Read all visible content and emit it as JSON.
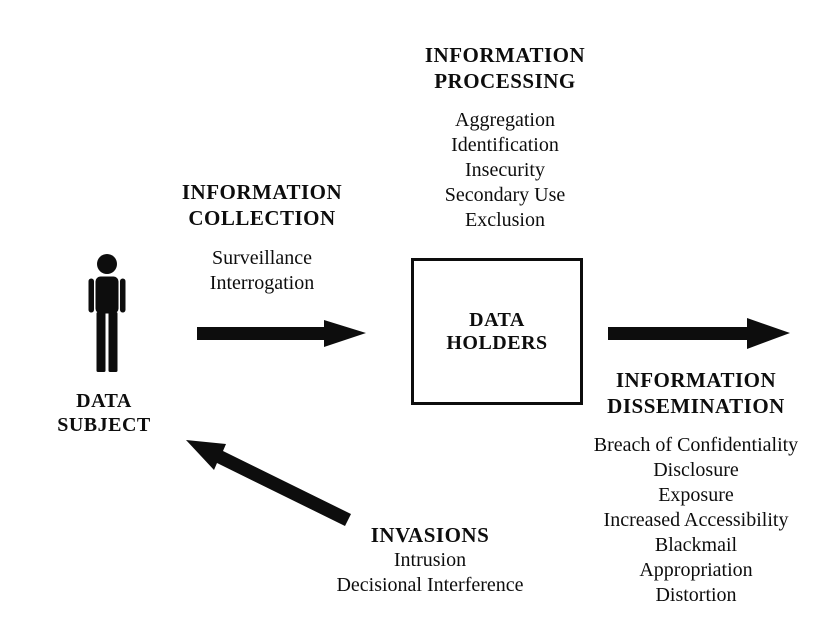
{
  "diagram": {
    "nodes": {
      "data_subject": {
        "label": "DATA\nSUBJECT"
      },
      "data_holders": {
        "label": "DATA\nHOLDERS"
      }
    },
    "sections": {
      "collection": {
        "title": "INFORMATION\nCOLLECTION",
        "items": [
          "Surveillance",
          "Interrogation"
        ]
      },
      "processing": {
        "title": "INFORMATION\nPROCESSING",
        "items": [
          "Aggregation",
          "Identification",
          "Insecurity",
          "Secondary Use",
          "Exclusion"
        ]
      },
      "dissemination": {
        "title": "INFORMATION\nDISSEMINATION",
        "items": [
          "Breach of Confidentiality",
          "Disclosure",
          "Exposure",
          "Increased Accessibility",
          "Blackmail",
          "Appropriation",
          "Distortion"
        ]
      },
      "invasions": {
        "title": "INVASIONS",
        "items": [
          "Intrusion",
          "Decisional Interference"
        ]
      }
    },
    "colors": {
      "ink": "#0d0d0d",
      "background": "#ffffff"
    }
  }
}
